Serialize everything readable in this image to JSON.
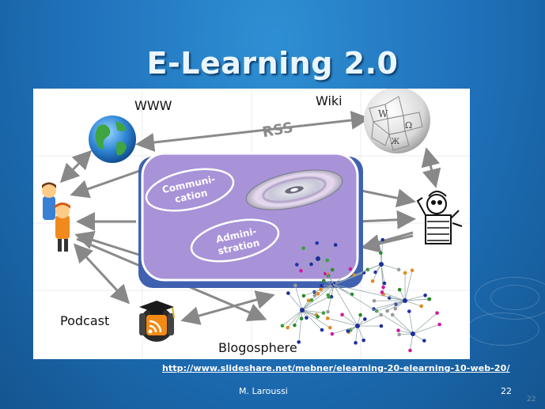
{
  "slide": {
    "title": "E-Learning 2.0",
    "url": "http://www.slideshare.net/mebner/elearning-20-elearning-10-web-20/",
    "author": "M. Laroussi",
    "page_number": "22",
    "page_number_ghost": "22"
  },
  "diagram": {
    "www": "WWW",
    "wiki": "Wiki",
    "rss": "RSS",
    "podcast": "Podcast",
    "blogosphere": "Blogosphere",
    "communication_line1": "Communi-",
    "communication_line2": "cation",
    "administration_line1": "Admini-",
    "administration_line2": "stration"
  },
  "icons": [
    "globe-icon",
    "wikipedia-globe-icon",
    "users-icon",
    "cd-disc-icon",
    "graduation-cap-icon",
    "rss-icon",
    "headphones-icon",
    "network-graph-icon",
    "sketch-figure-icon"
  ]
}
